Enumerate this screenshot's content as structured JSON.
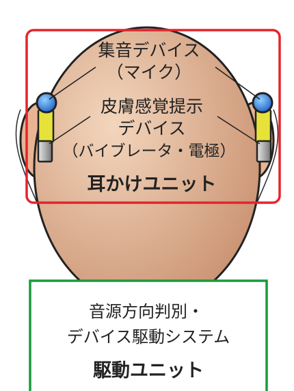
{
  "ear_unit": {
    "mic_label_line1": "集音デバイス",
    "mic_label_line2": "（マイク）",
    "tactile_label_line1": "皮膚感覚提示",
    "tactile_label_line2": "デバイス",
    "tactile_label_line3": "（バイブレータ・電極）",
    "unit_name": "耳かけユニット",
    "frame_color": "#e5242b"
  },
  "drive_unit": {
    "desc_line1": "音源方向判別・",
    "desc_line2": "デバイス駆動システム",
    "unit_name": "駆動ユニット",
    "frame_color": "#1a9a3c"
  },
  "colors": {
    "head_light": "#f0cdb0",
    "head_dark": "#c98f6f",
    "mic": "#2a6fd6",
    "vibrator": "#e6e23a",
    "electrode": "#9a9a9a"
  },
  "icons": [
    "microphone-icon",
    "vibrator-icon",
    "electrode-icon"
  ]
}
